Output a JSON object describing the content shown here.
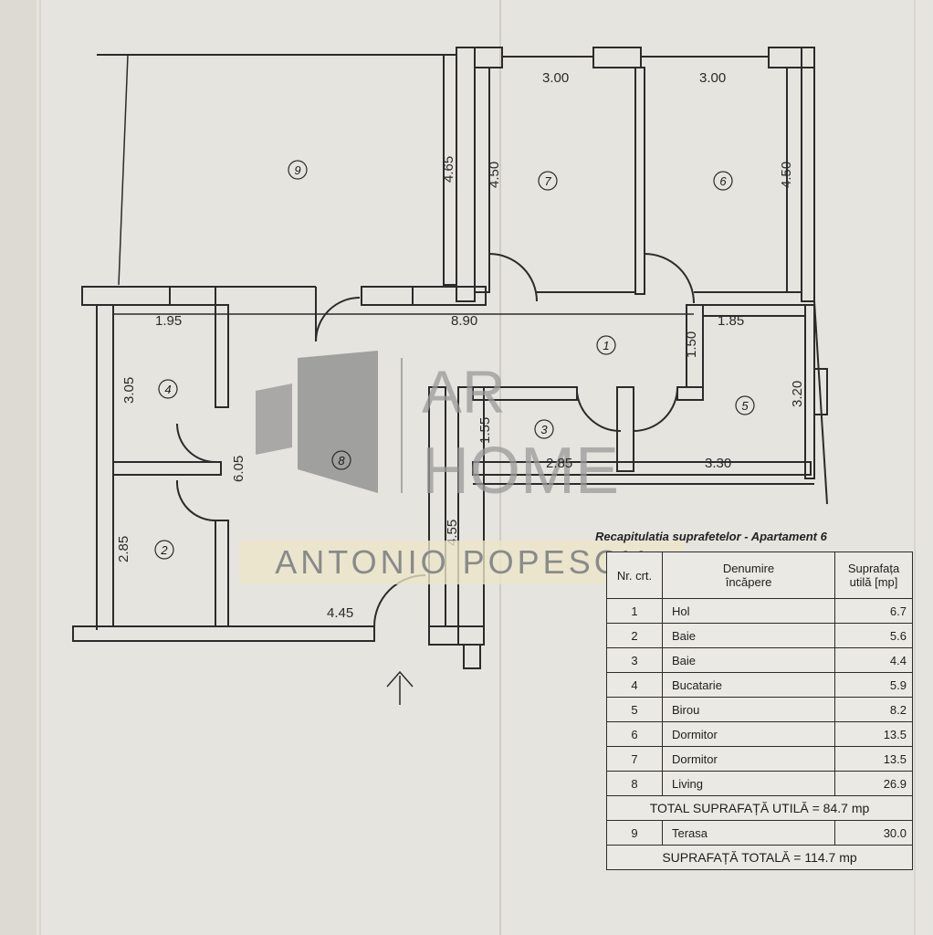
{
  "dimensions": {
    "room7_width": "3.00",
    "room6_width": "3.00",
    "room9_height": "4.65",
    "room7_height": "4.50",
    "room6_height": "4.50",
    "room4_width": "1.95",
    "hall_length": "8.90",
    "room5_width": "1.85",
    "hall_width": "1.50",
    "room4_height": "3.05",
    "room8_height": "6.05",
    "room3_height": "1.55",
    "room5_height": "3.20",
    "room3_width": "2.85",
    "room5_bottom": "3.30",
    "room2_height": "2.85",
    "living_depth": "4.55",
    "living_width": "4.45"
  },
  "rooms": {
    "r1": "1",
    "r2": "2",
    "r3": "3",
    "r4": "4",
    "r5": "5",
    "r6": "6",
    "r7": "7",
    "r8": "8",
    "r9": "9"
  },
  "watermark": {
    "line1": "AR",
    "line2": "HOME",
    "banner": "ANTONIO POPESCU"
  },
  "table": {
    "title": "Recapitulatia suprafetelor - Apartament 6",
    "header_nr": "Nr. crt.",
    "header_name_1": "Denumire",
    "header_name_2": "încăpere",
    "header_area_1": "Suprafața",
    "header_area_2": "utilă [mp]",
    "rows": [
      {
        "nr": "1",
        "name": "Hol",
        "area": "6.7"
      },
      {
        "nr": "2",
        "name": "Baie",
        "area": "5.6"
      },
      {
        "nr": "3",
        "name": "Baie",
        "area": "4.4"
      },
      {
        "nr": "4",
        "name": "Bucatarie",
        "area": "5.9"
      },
      {
        "nr": "5",
        "name": "Birou",
        "area": "8.2"
      },
      {
        "nr": "6",
        "name": "Dormitor",
        "area": "13.5"
      },
      {
        "nr": "7",
        "name": "Dormitor",
        "area": "13.5"
      },
      {
        "nr": "8",
        "name": "Living",
        "area": "26.9"
      }
    ],
    "total_useful": "TOTAL SUPRAFAȚĂ UTILĂ = 84.7 mp",
    "terrace": {
      "nr": "9",
      "name": "Terasa",
      "area": "30.0"
    },
    "total": "SUPRAFAȚĂ TOTALĂ = 114.7 mp"
  },
  "colors": {
    "paper": "#e6e4de",
    "wall": "#2b2b2b",
    "watermark_gray": "#8f8f8f",
    "banner_bg": "#ece6c8"
  }
}
